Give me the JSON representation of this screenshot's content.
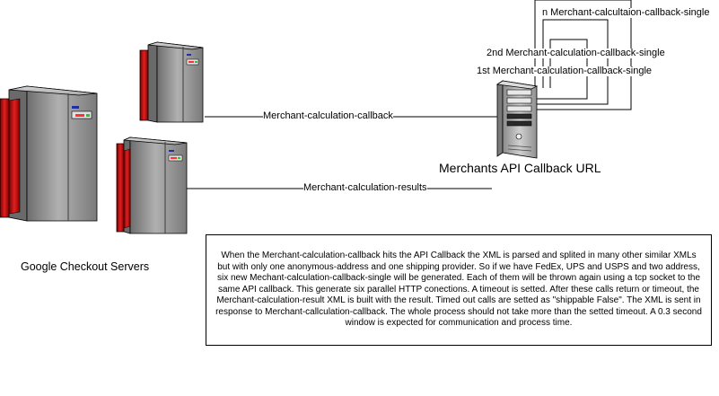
{
  "labels": {
    "callback": "Merchant-calculation-callback",
    "results": "Merchant-calculation-results",
    "single_n": "n Merchant-calcultaion-callback-single",
    "single_2nd": "2nd Merchant-calculation-callback-single",
    "single_1st": "1st Merchant-calculation-callback-single",
    "merchant_server": "Merchants API Callback URL",
    "google_servers": "Google Checkout Servers"
  },
  "note": "When the Merchant-calculation-callback hits the API Callback the XML is parsed and splited in many other similar XMLs but with only one anonymous-address and one shipping provider. So if we have FedEx, UPS and USPS and two address, six new Mechant-calculation-callback-single will be generated. Each of them will be thrown again using a tcp socket to the same API callback. This generate six parallel HTTP conections. A timeout is setted. After these calls return or timeout, the Merchant-calculation-result XML is built with the result. Timed out calls are setted as \"shippable False\". The XML is sent in response to Merchant-callculation-callback. The whole process should not take more than the setted timeout. A 0.3 second window is expected for communication and process time.",
  "colors": {
    "server_red": "#c81818",
    "server_gray": "#8c8c8c",
    "tower_gray": "#b4b4b4"
  },
  "icons": [
    "google-server-icon",
    "merchant-server-icon"
  ]
}
